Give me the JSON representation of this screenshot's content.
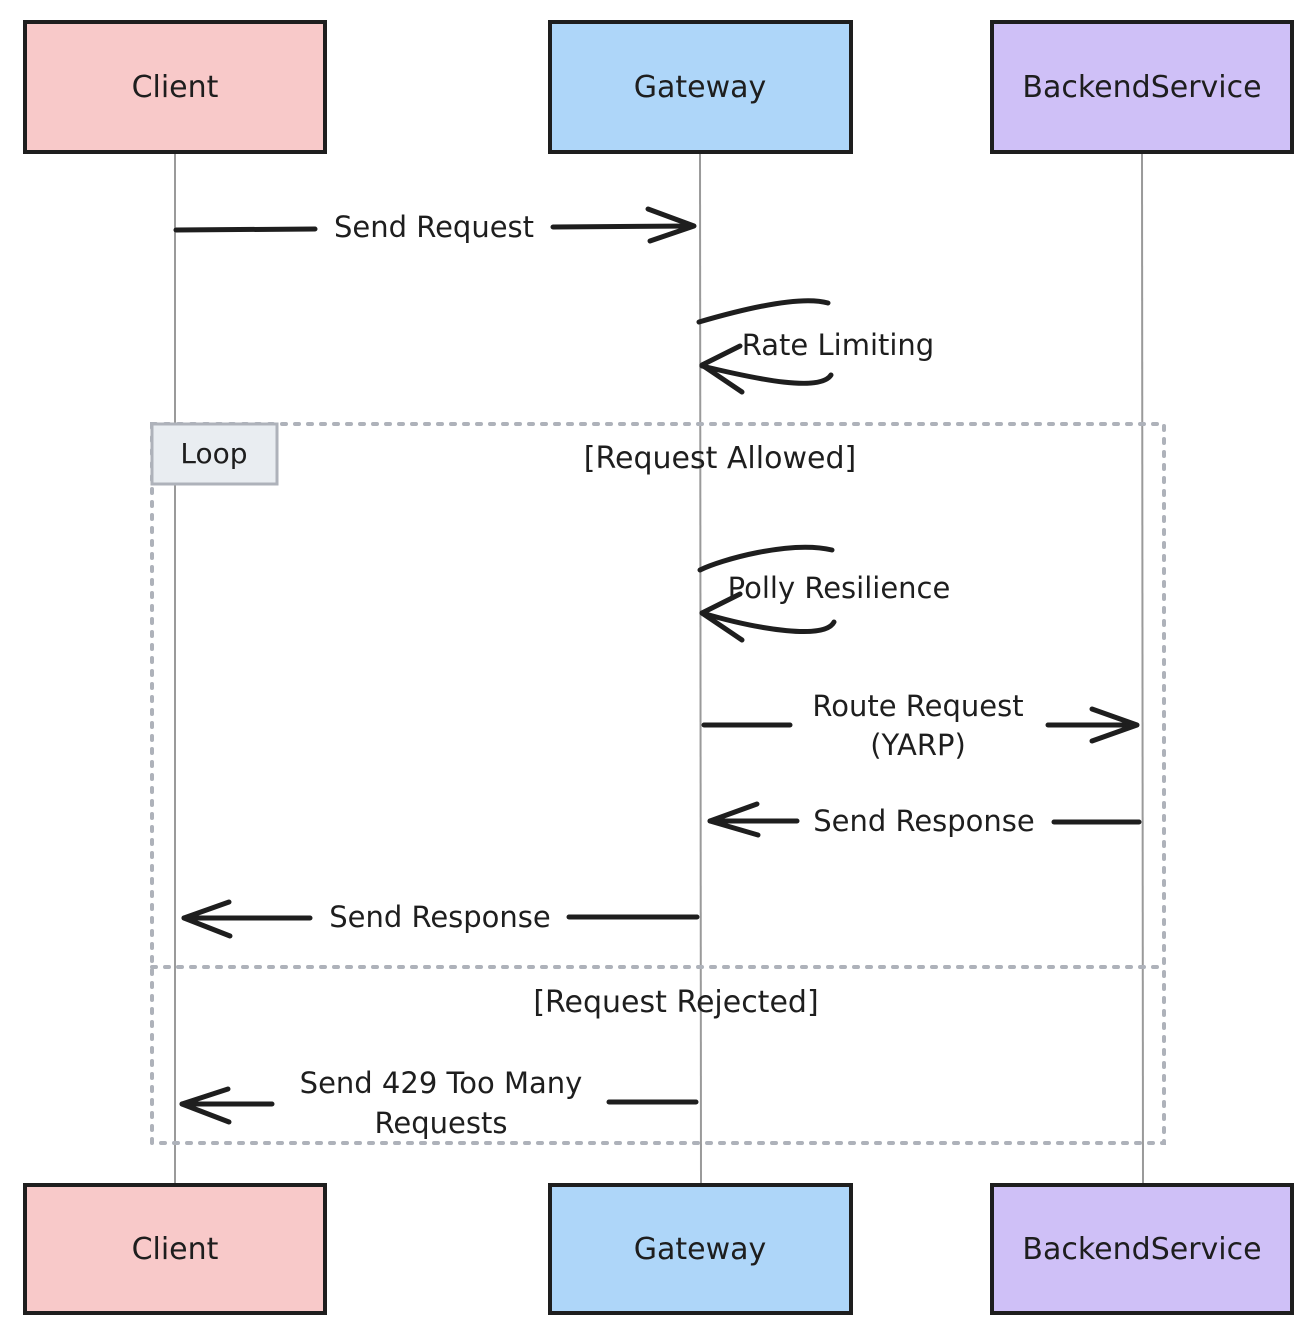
{
  "actors": [
    {
      "id": "client",
      "label": "Client",
      "fill": "#f8c9c9"
    },
    {
      "id": "gateway",
      "label": "Gateway",
      "fill": "#aed6f9"
    },
    {
      "id": "backend",
      "label": "BackendService",
      "fill": "#cfc0f7"
    }
  ],
  "messages": {
    "send_request": "Send Request",
    "rate_limiting": "Rate Limiting",
    "polly_resilience": "Polly Resilience",
    "route_request_line1": "Route Request",
    "route_request_line2": "(YARP)",
    "send_response_backend": "Send Response",
    "send_response_client": "Send Response",
    "send_429_line1": "Send 429 Too Many",
    "send_429_line2": "Requests"
  },
  "frame": {
    "type_label": "Loop",
    "guard_allowed": "[Request Allowed]",
    "guard_rejected": "[Request Rejected]",
    "label_fill": "#e9edf1"
  }
}
